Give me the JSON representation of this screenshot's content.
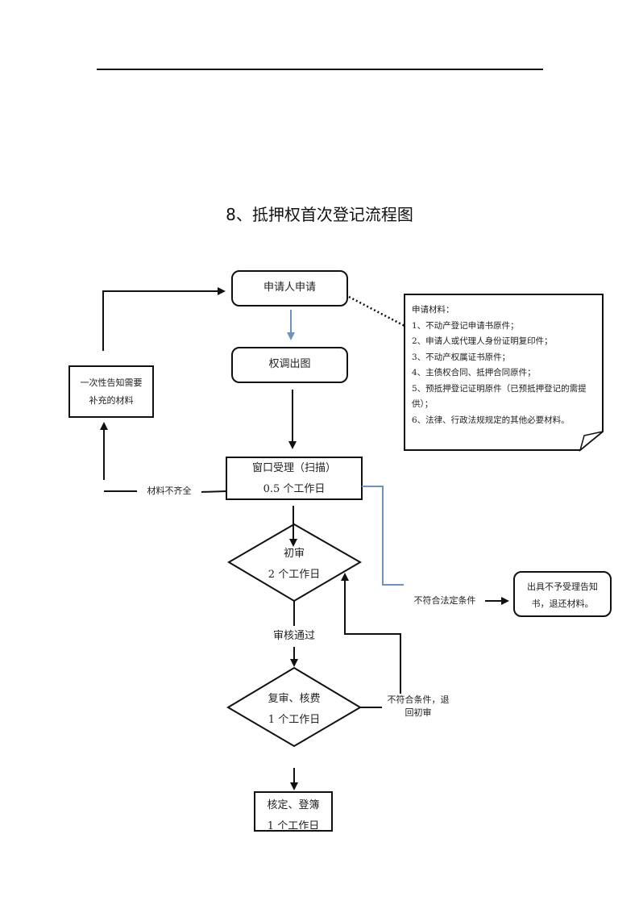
{
  "title": "8、抵押权首次登记流程图",
  "nodes": {
    "apply": "申请人申请",
    "survey": "权调出图",
    "notify_line1": "一次性告知需要",
    "notify_line2": "补充的材料",
    "window_line1": "窗口受理（扫描）",
    "window_line2": "0.5 个工作日",
    "initial_line1": "初审",
    "initial_line2": "2 个工作日",
    "review_line1": "复审、核费",
    "review_line2": "1 个工作日",
    "register_line1": "核定、登簿",
    "register_line2": "1 个工作日",
    "reject_line1": "出具不予受理告知",
    "reject_line2": "书，退还材料。"
  },
  "edge_labels": {
    "incomplete": "材料不齐全",
    "not_legal": "不符合法定条件",
    "passed": "审核通过",
    "return_line1": "不符合条件，退",
    "return_line2": "回初审"
  },
  "materials_note": {
    "heading": "申请材料：",
    "items": [
      "1、不动产登记申请书原件；",
      "2、申请人或代理人身份证明复印件；",
      "3、不动产权属证书原件；",
      "4、主债权合同、抵押合同原件；",
      "5、预抵押登记证明原件（已预抵押登记的需提",
      "供）；",
      "6、法律、行政法规规定的其他必要材料。"
    ]
  },
  "colors": {
    "line": "#111111",
    "accent_line": "#6b93bf"
  }
}
